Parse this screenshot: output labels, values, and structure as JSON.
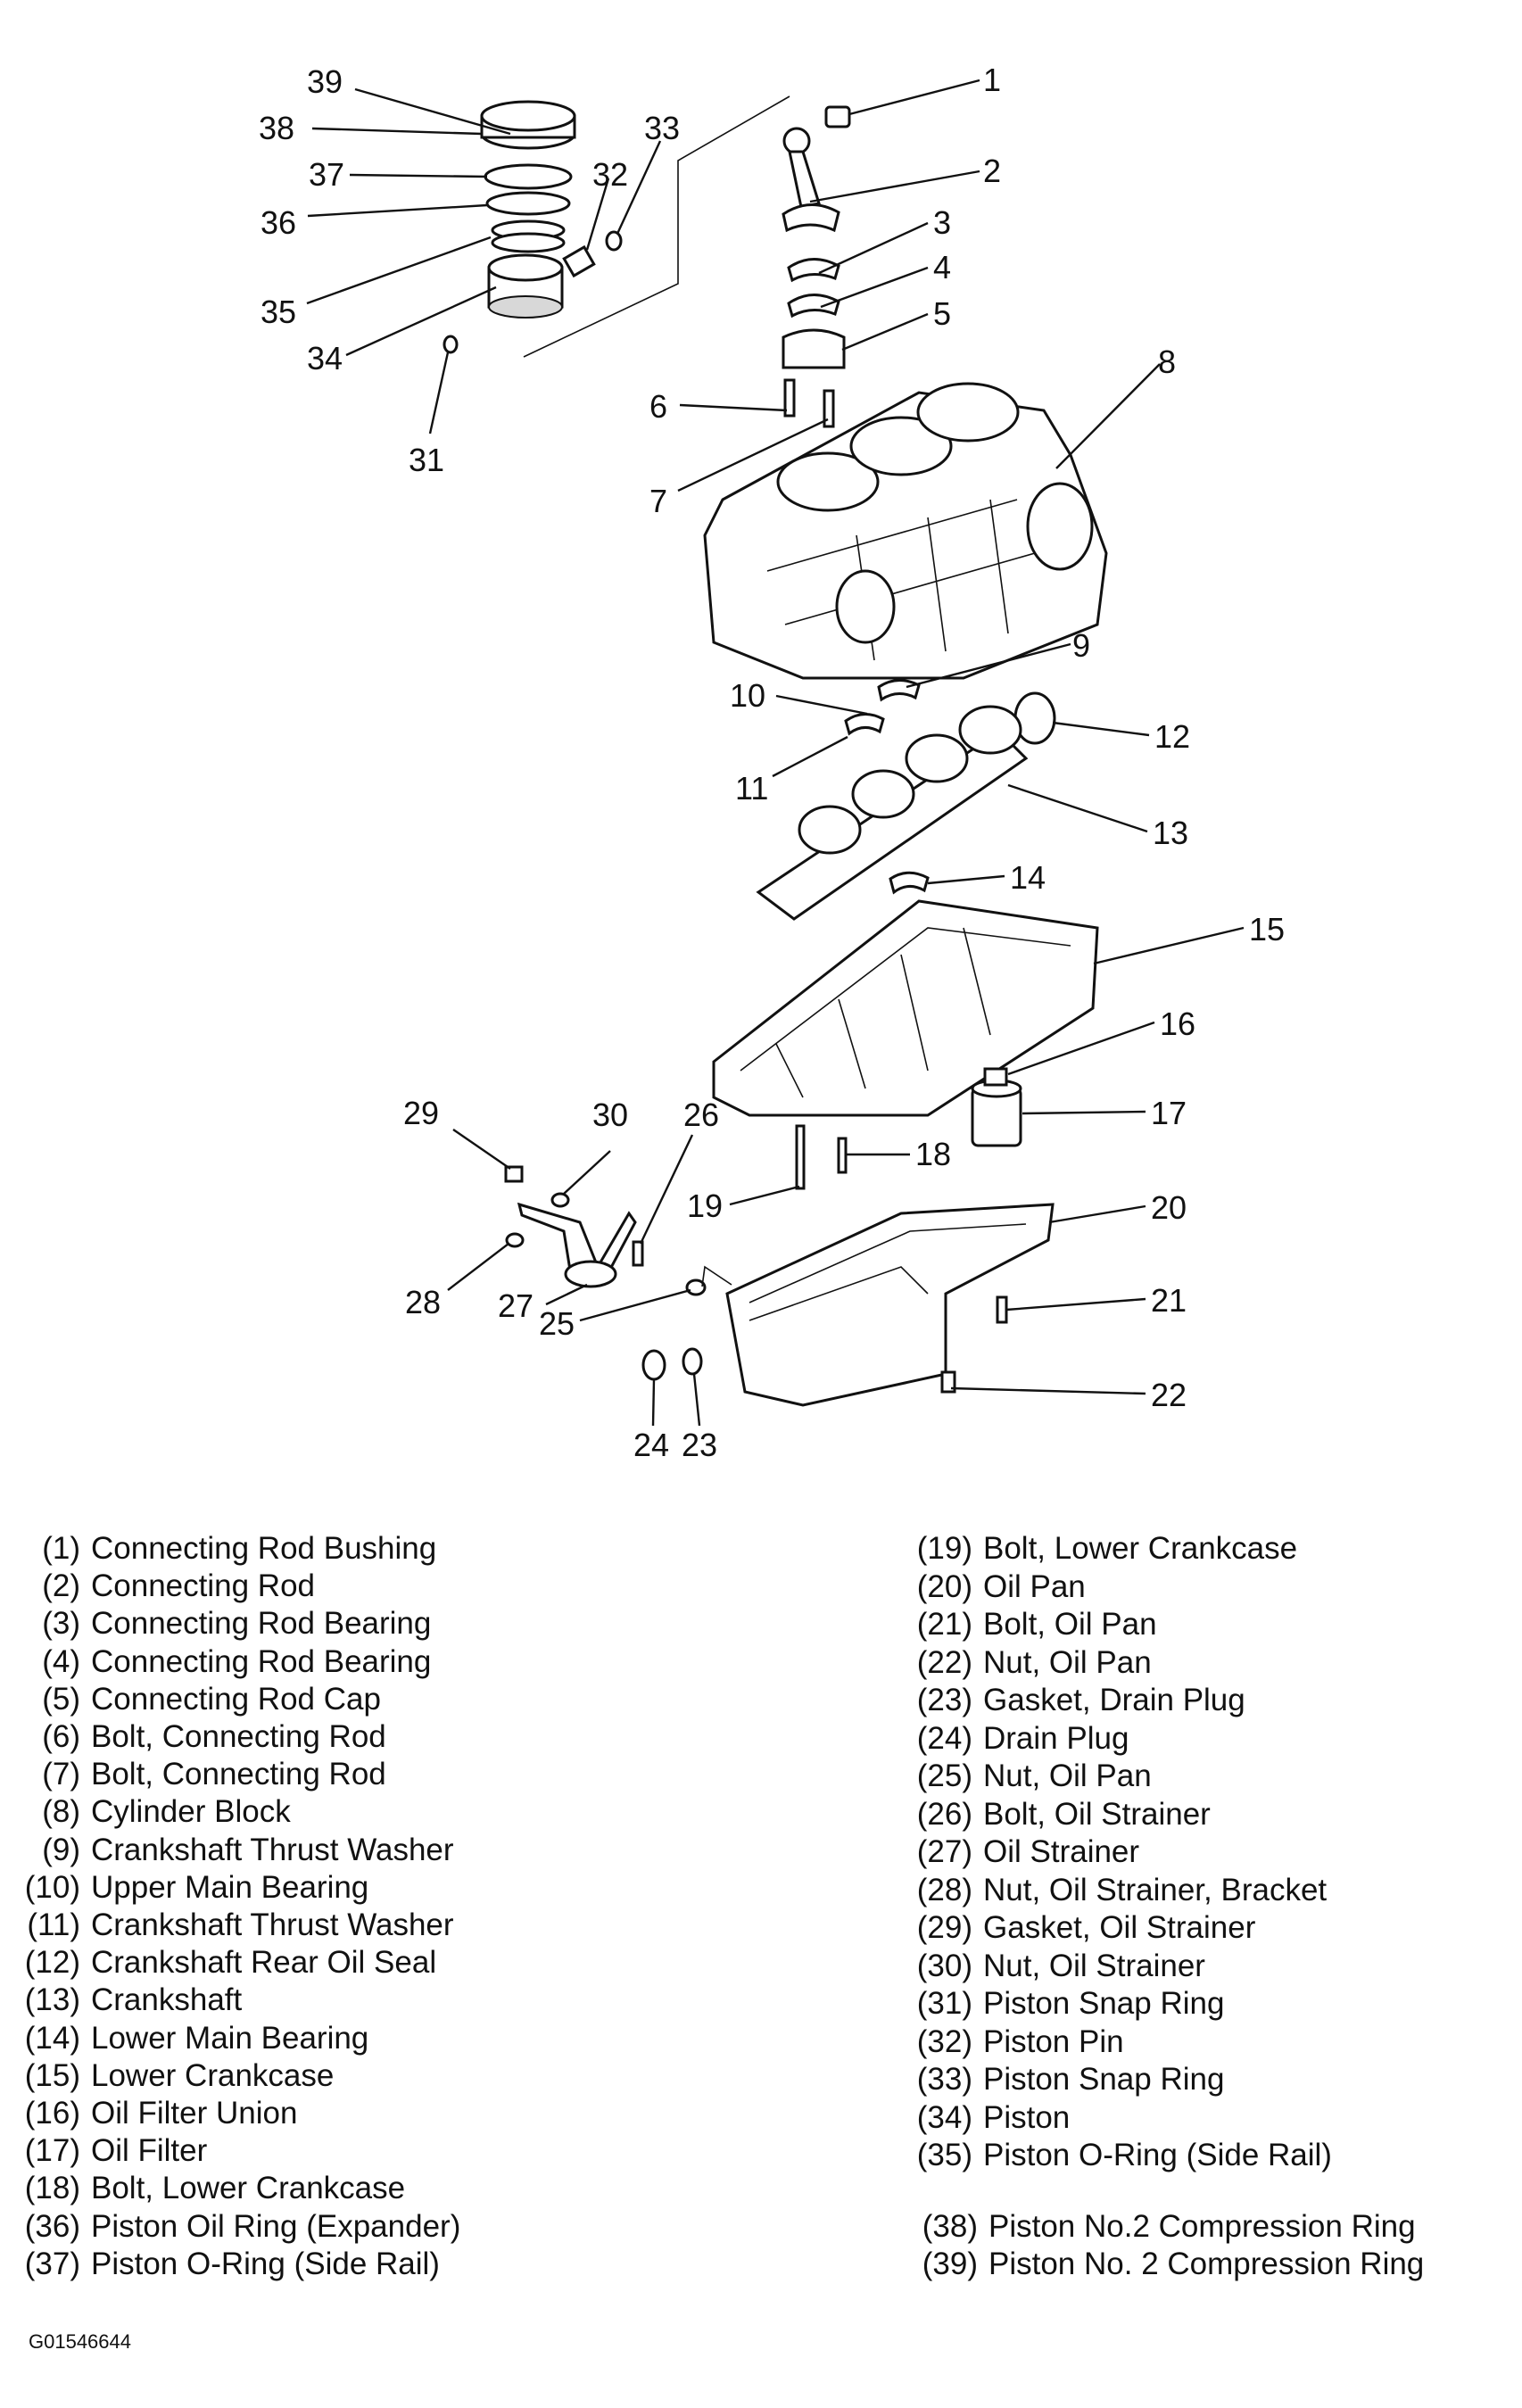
{
  "callouts": [
    "1",
    "2",
    "3",
    "4",
    "5",
    "6",
    "7",
    "8",
    "9",
    "10",
    "11",
    "12",
    "13",
    "14",
    "15",
    "16",
    "17",
    "18",
    "19",
    "20",
    "21",
    "22",
    "23",
    "24",
    "25",
    "26",
    "27",
    "28",
    "29",
    "30",
    "31",
    "32",
    "33",
    "34",
    "35",
    "36",
    "37",
    "38",
    "39"
  ],
  "legend": [
    {
      "num": "(1)",
      "text": "Connecting Rod Bushing"
    },
    {
      "num": "(2)",
      "text": "Connecting Rod"
    },
    {
      "num": "(3)",
      "text": "Connecting Rod Bearing"
    },
    {
      "num": "(4)",
      "text": "Connecting Rod Bearing"
    },
    {
      "num": "(5)",
      "text": "Connecting Rod Cap"
    },
    {
      "num": "(6)",
      "text": "Bolt, Connecting Rod"
    },
    {
      "num": "(7)",
      "text": "Bolt, Connecting Rod"
    },
    {
      "num": "(8)",
      "text": "Cylinder Block"
    },
    {
      "num": "(9)",
      "text": "Crankshaft Thrust Washer"
    },
    {
      "num": "(10)",
      "text": "Upper Main Bearing"
    },
    {
      "num": "(11)",
      "text": "Crankshaft Thrust Washer"
    },
    {
      "num": "(12)",
      "text": "Crankshaft Rear Oil Seal"
    },
    {
      "num": "(13)",
      "text": "Crankshaft"
    },
    {
      "num": "(14)",
      "text": "Lower Main Bearing"
    },
    {
      "num": "(15)",
      "text": "Lower Crankcase"
    },
    {
      "num": "(16)",
      "text": "Oil Filter Union"
    },
    {
      "num": "(17)",
      "text": "Oil Filter"
    },
    {
      "num": "(18)",
      "text": "Bolt, Lower Crankcase"
    },
    {
      "num": "(19)",
      "text": "Bolt, Lower Crankcase"
    },
    {
      "num": "(20)",
      "text": "Oil Pan"
    },
    {
      "num": "(21)",
      "text": "Bolt, Oil Pan"
    },
    {
      "num": "(22)",
      "text": "Nut, Oil Pan"
    },
    {
      "num": "(23)",
      "text": "Gasket, Drain Plug"
    },
    {
      "num": "(24)",
      "text": "Drain Plug"
    },
    {
      "num": "(25)",
      "text": "Nut, Oil Pan"
    },
    {
      "num": "(26)",
      "text": "Bolt, Oil Strainer"
    },
    {
      "num": "(27)",
      "text": "Oil Strainer"
    },
    {
      "num": "(28)",
      "text": "Nut, Oil Strainer, Bracket"
    },
    {
      "num": "(29)",
      "text": "Gasket, Oil Strainer"
    },
    {
      "num": "(30)",
      "text": "Nut, Oil Strainer"
    },
    {
      "num": "(31)",
      "text": "Piston Snap Ring"
    },
    {
      "num": "(32)",
      "text": "Piston Pin"
    },
    {
      "num": "(33)",
      "text": "Piston Snap Ring"
    },
    {
      "num": "(34)",
      "text": "Piston"
    },
    {
      "num": "(35)",
      "text": "Piston O-Ring (Side Rail)"
    },
    {
      "num": "(36)",
      "text": "Piston Oil Ring (Expander)"
    },
    {
      "num": "(37)",
      "text": "Piston O-Ring (Side Rail)"
    },
    {
      "num": "(38)",
      "text": "Piston No.2 Compression Ring"
    },
    {
      "num": "(39)",
      "text": "Piston No. 2 Compression Ring"
    }
  ],
  "figure_id": "G01546644"
}
